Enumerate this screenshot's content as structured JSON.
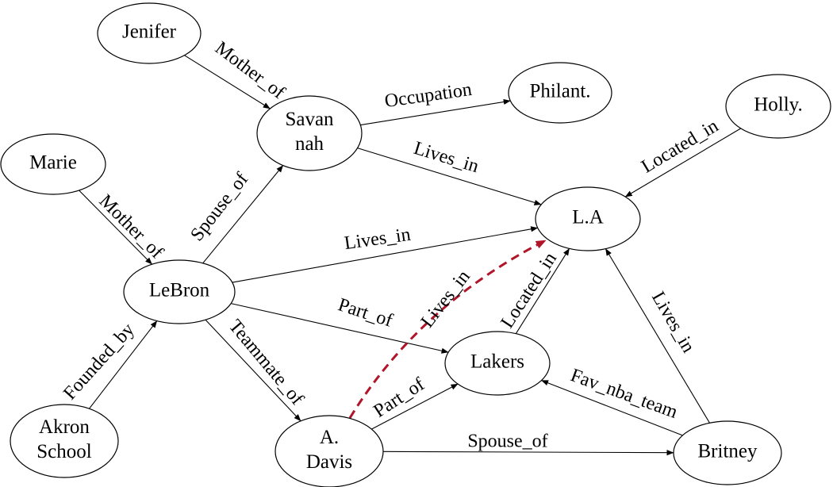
{
  "nodes": {
    "jenifer": {
      "label": [
        "Jenifer"
      ]
    },
    "savannah": {
      "label": [
        "Savan",
        "nah"
      ]
    },
    "philant": {
      "label": [
        "Philant."
      ]
    },
    "holly": {
      "label": [
        "Holly."
      ]
    },
    "marie": {
      "label": [
        "Marie"
      ]
    },
    "la": {
      "label": [
        "L.A"
      ]
    },
    "lebron": {
      "label": [
        "LeBron"
      ]
    },
    "lakers": {
      "label": [
        "Lakers"
      ]
    },
    "akron": {
      "label": [
        "Akron",
        "School"
      ]
    },
    "adavis": {
      "label": [
        "A.",
        "Davis"
      ]
    },
    "britney": {
      "label": [
        "Britney"
      ]
    }
  },
  "edges": [
    {
      "id": "jenifer-mother-of-savannah",
      "from": "jenifer",
      "to": "savannah",
      "label": "Mother_of"
    },
    {
      "id": "savannah-occupation-philant",
      "from": "savannah",
      "to": "philant",
      "label": "Occupation"
    },
    {
      "id": "savannah-lives-in-la",
      "from": "savannah",
      "to": "la",
      "label": "Lives_in"
    },
    {
      "id": "holly-located-in-la",
      "from": "holly",
      "to": "la",
      "label": "Located_in"
    },
    {
      "id": "marie-mother-of-lebron",
      "from": "marie",
      "to": "lebron",
      "label": "Mother_of"
    },
    {
      "id": "lebron-spouse-of-savannah",
      "from": "lebron",
      "to": "savannah",
      "label": "Spouse_of"
    },
    {
      "id": "lebron-lives-in-la",
      "from": "lebron",
      "to": "la",
      "label": "Lives_in"
    },
    {
      "id": "lebron-part-of-lakers",
      "from": "lebron",
      "to": "lakers",
      "label": "Part_of"
    },
    {
      "id": "lebron-teammate-of-adavis",
      "from": "lebron",
      "to": "adavis",
      "label": "Teammate_of"
    },
    {
      "id": "akron-founded-by-lebron",
      "from": "akron",
      "to": "lebron",
      "label": "Founded_by"
    },
    {
      "id": "adavis-part-of-lakers",
      "from": "adavis",
      "to": "lakers",
      "label": "Part_of"
    },
    {
      "id": "adavis-spouse-of-britney",
      "from": "adavis",
      "to": "britney",
      "label": "Spouse_of"
    },
    {
      "id": "lakers-located-in-la",
      "from": "lakers",
      "to": "la",
      "label": "Located_in"
    },
    {
      "id": "britney-fav-nba-team-lakers",
      "from": "britney",
      "to": "lakers",
      "label": "Fav_nba_team"
    },
    {
      "id": "britney-lives-in-la",
      "from": "britney",
      "to": "la",
      "label": "Lives_in"
    }
  ],
  "inferred_edges": [
    {
      "id": "adavis-lives-in-la-inferred",
      "from": "adavis",
      "to": "la",
      "label": "Lives_in",
      "color": "#b0152a",
      "style": "dashed"
    }
  ]
}
